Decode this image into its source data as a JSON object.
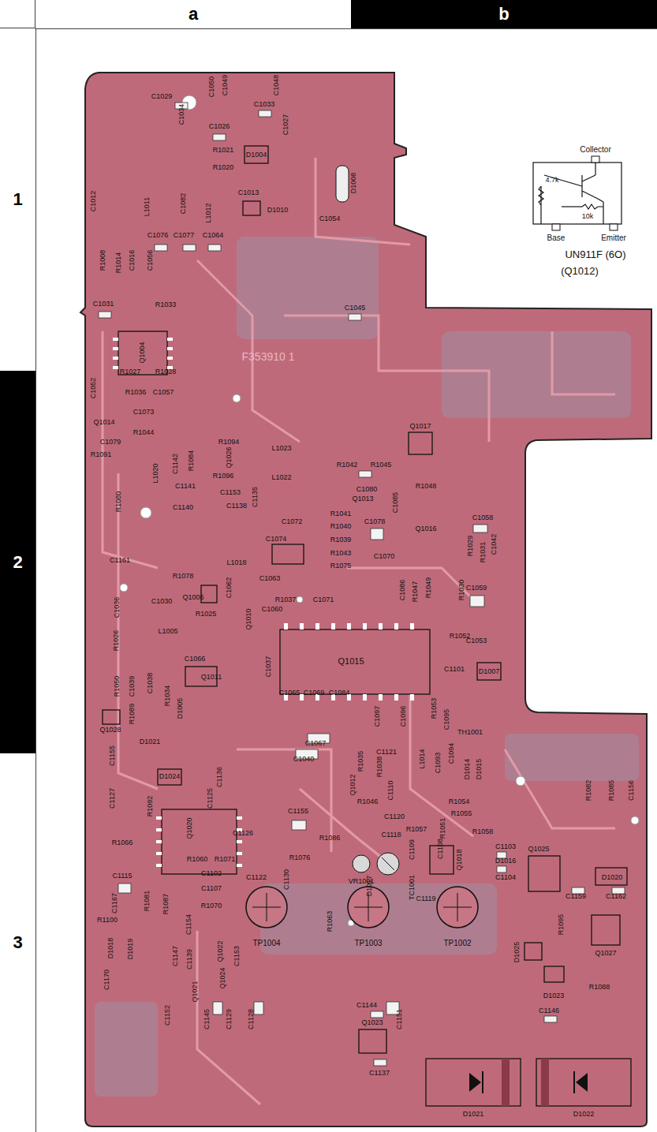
{
  "diagram": {
    "nodes": [
      {
        "text": [
          "a"
        ]
      },
      {
        "text": [
          "b"
        ]
      },
      {
        "text": [
          "1"
        ]
      },
      {
        "text": [
          "2"
        ]
      },
      {
        "text": [
          "3"
        ]
      }
    ],
    "labels": [
      "C1029",
      "C1034",
      "C1050",
      "C1049",
      "C1033",
      "C1048",
      "C1026",
      "C1027",
      "R1021",
      "D1004",
      "R1020",
      "C1013",
      "D1008",
      "D1010",
      "C1054",
      "C1012",
      "L1011",
      "C1082",
      "L1012",
      "C1076",
      "C1077",
      "C1064",
      "R1008",
      "R1014",
      "C1016",
      "C1056",
      "C1031",
      "R1033",
      "Q1004",
      "C1045",
      "F353910 1",
      "C1052",
      "R1027",
      "R1028",
      "R1036",
      "C1057",
      "Q1014",
      "C1073",
      "R1044",
      "C1142",
      "R1084",
      "R1094",
      "C1079",
      "R1091",
      "L1020",
      "C1141",
      "C1140",
      "R1080",
      "Q1026",
      "R1096",
      "C1153",
      "C1138",
      "C1135",
      "L1023",
      "L1022",
      "R1042",
      "R1045",
      "C1080",
      "Q1013",
      "Q1017",
      "R1048",
      "C1085",
      "C1072",
      "C1074",
      "R1041",
      "R1040",
      "R1039",
      "R1043",
      "R1075",
      "C1078",
      "Q1016",
      "C1070",
      "C1058",
      "R1029",
      "R1031",
      "C1042",
      "L1018",
      "C1161",
      "R1078",
      "C1063",
      "R1037",
      "C1071",
      "C1086",
      "R1047",
      "R1049",
      "R1030",
      "C1059",
      "C1036",
      "C1030",
      "Q1006",
      "C1062",
      "Q1010",
      "C1060",
      "L1005",
      "R1025",
      "R1026",
      "Q1015",
      "R1052",
      "C1053",
      "C1101",
      "D1007",
      "C1066",
      "Q1011",
      "C1037",
      "R1050",
      "C1039",
      "C1038",
      "R1034",
      "D1005",
      "R1089",
      "Q1028",
      "C1065",
      "C1069",
      "C1084",
      "C1097",
      "C1096",
      "R1053",
      "C1095",
      "C1067",
      "TH1001",
      "C1155",
      "D1021",
      "D1024",
      "C1136",
      "R1035",
      "R1038",
      "C1040",
      "Q1012",
      "C1121",
      "L1014",
      "C1093",
      "C1094",
      "D1014",
      "D1015",
      "C1127",
      "R1092",
      "Q1020",
      "C1125",
      "R1046",
      "C1110",
      "R1054",
      "R1055",
      "R1082",
      "R1085",
      "C1156",
      "C1155",
      "C1126",
      "R1086",
      "C1120",
      "R1057",
      "R1051",
      "R1058",
      "C1103",
      "C1118",
      "C1109",
      "C1108",
      "Q1018",
      "D1016",
      "C1104",
      "Q1025",
      "D1020",
      "R1066",
      "C1115",
      "R1076",
      "C1130",
      "C1122",
      "R1060",
      "R1071",
      "C1102",
      "C1107",
      "R1070",
      "D1017",
      "C1119",
      "TC1001",
      "VR1001",
      "R1063",
      "C1159",
      "C1162",
      "R1095",
      "Q1027",
      "C1167",
      "R1081",
      "R1087",
      "C1154",
      "R1100",
      "D1018",
      "D1019",
      "C1147",
      "C1139",
      "Q1022",
      "C1153",
      "TP1004",
      "TP1003",
      "TP1002",
      "D1025",
      "D1023",
      "R1088",
      "C1170",
      "Q1024",
      "Q1021",
      "C1144",
      "C1146",
      "C1152",
      "C1145",
      "C1129",
      "C1128",
      "Q1023",
      "C1151",
      "C1137",
      "D1021",
      "D1022",
      "Collector",
      "4.7k",
      "10k",
      "Base",
      "Emitter",
      "UN911F (6O)",
      "(Q1012)"
    ]
  }
}
